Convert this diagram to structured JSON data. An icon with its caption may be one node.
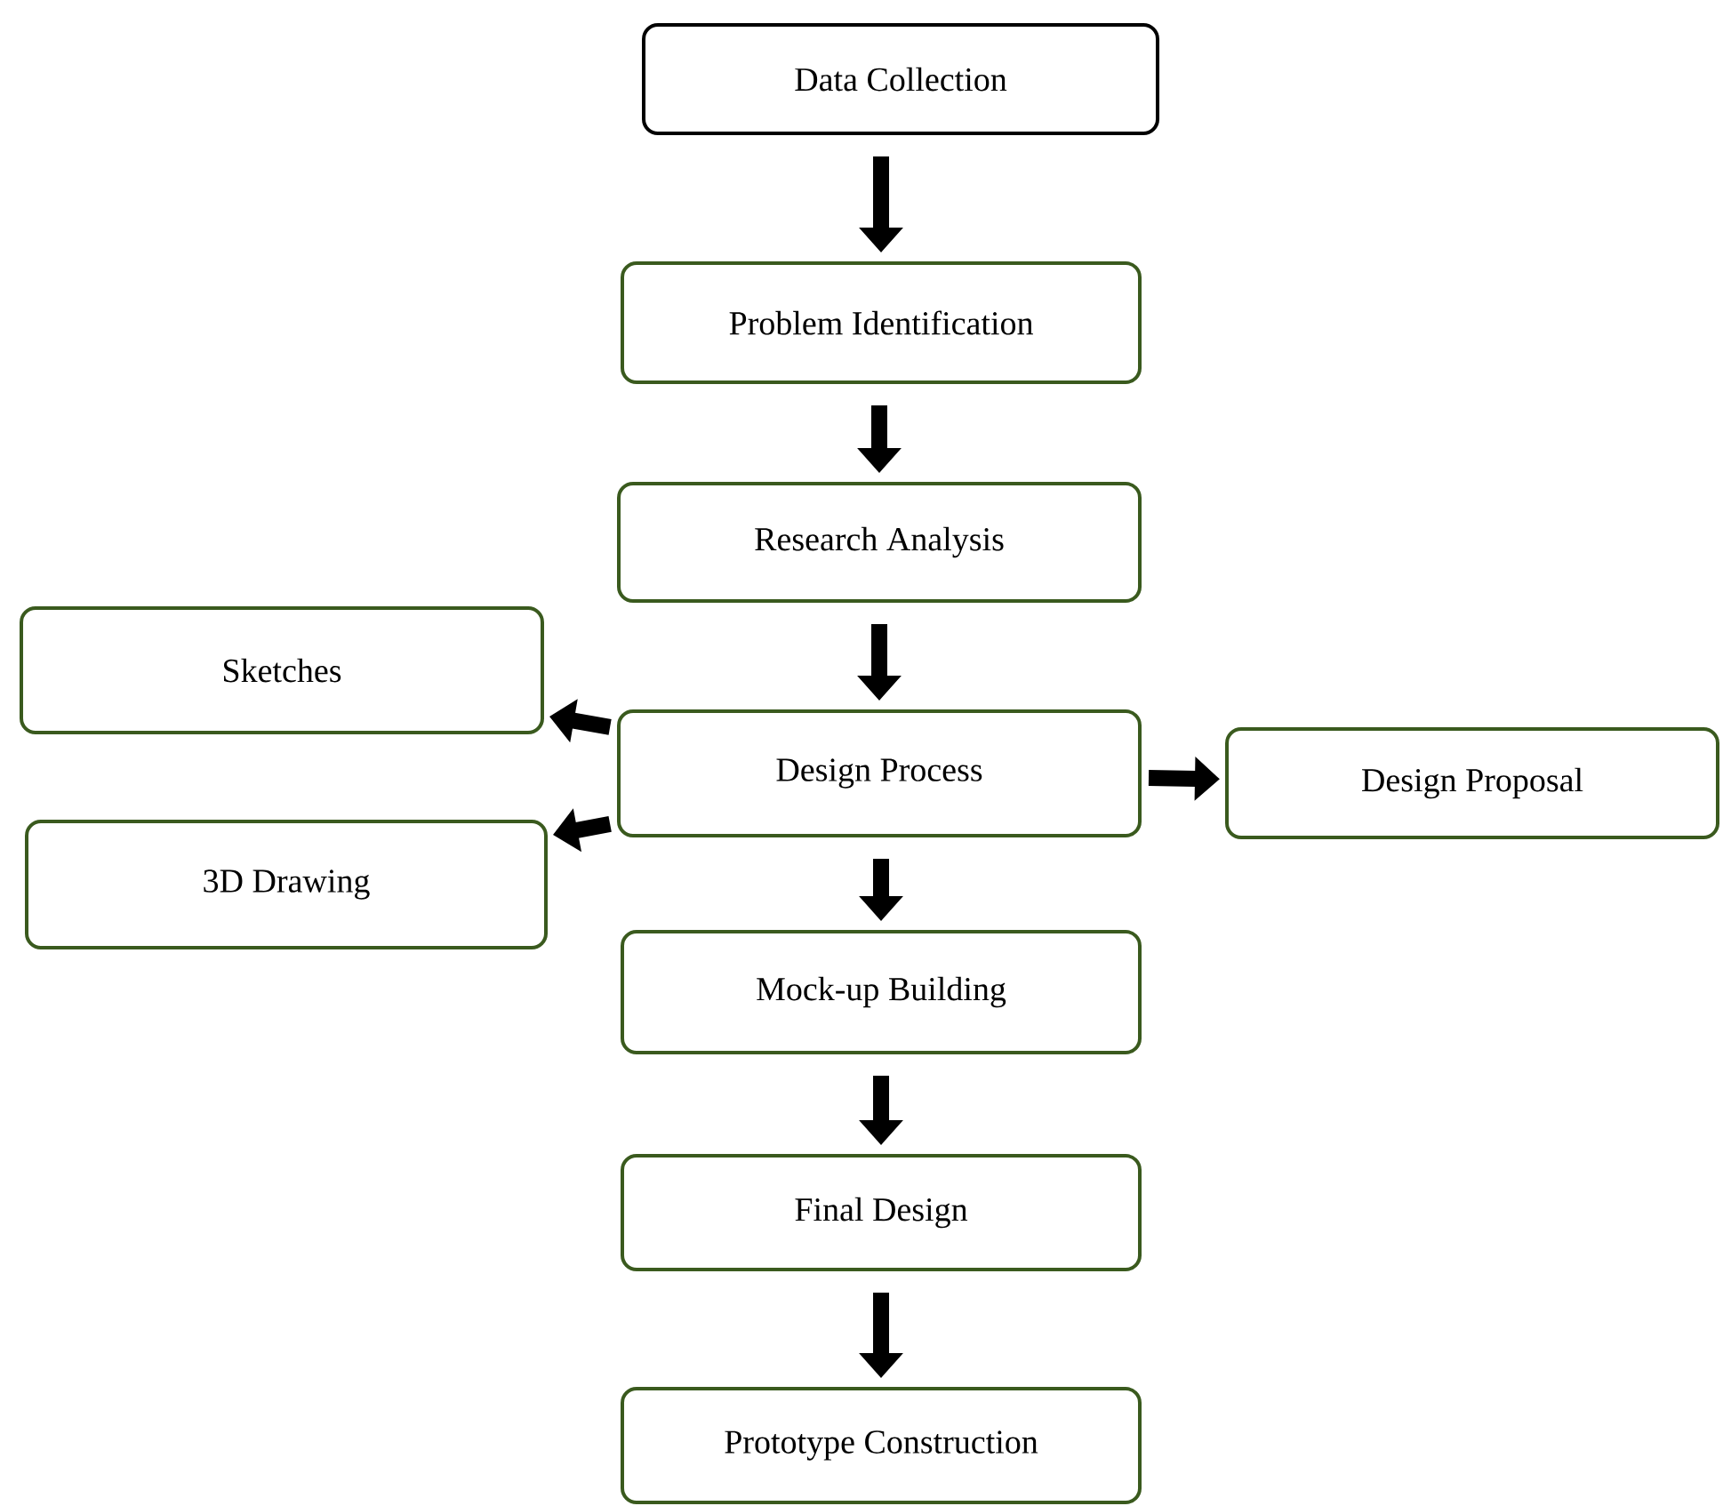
{
  "diagram": {
    "nodes": [
      {
        "text": [
          "Data Collection"
        ]
      },
      {
        "text": [
          "Problem Identification"
        ]
      },
      {
        "text": [
          "Research Analysis"
        ]
      },
      {
        "text": [
          "Sketches"
        ]
      },
      {
        "text": [
          "Design Process"
        ]
      },
      {
        "text": [
          "Design Proposal"
        ]
      },
      {
        "text": [
          "3D Drawing"
        ]
      },
      {
        "text": [
          "Mock-up Building"
        ]
      },
      {
        "text": [
          "Final Design"
        ]
      },
      {
        "text": [
          "Prototype Construction"
        ]
      }
    ],
    "edges": [
      {
        "from": 0,
        "to": 1,
        "arrow": "to"
      },
      {
        "from": 1,
        "to": 2,
        "arrow": "to"
      },
      {
        "from": 2,
        "to": 4,
        "arrow": "to"
      },
      {
        "from": 4,
        "to": 3,
        "arrow": "to"
      },
      {
        "from": 4,
        "to": 5,
        "arrow": "to"
      },
      {
        "from": 4,
        "to": 6,
        "arrow": "to"
      },
      {
        "from": 4,
        "to": 7,
        "arrow": "to"
      },
      {
        "from": 7,
        "to": 8,
        "arrow": "to"
      },
      {
        "from": 8,
        "to": 9,
        "arrow": "to"
      }
    ]
  }
}
